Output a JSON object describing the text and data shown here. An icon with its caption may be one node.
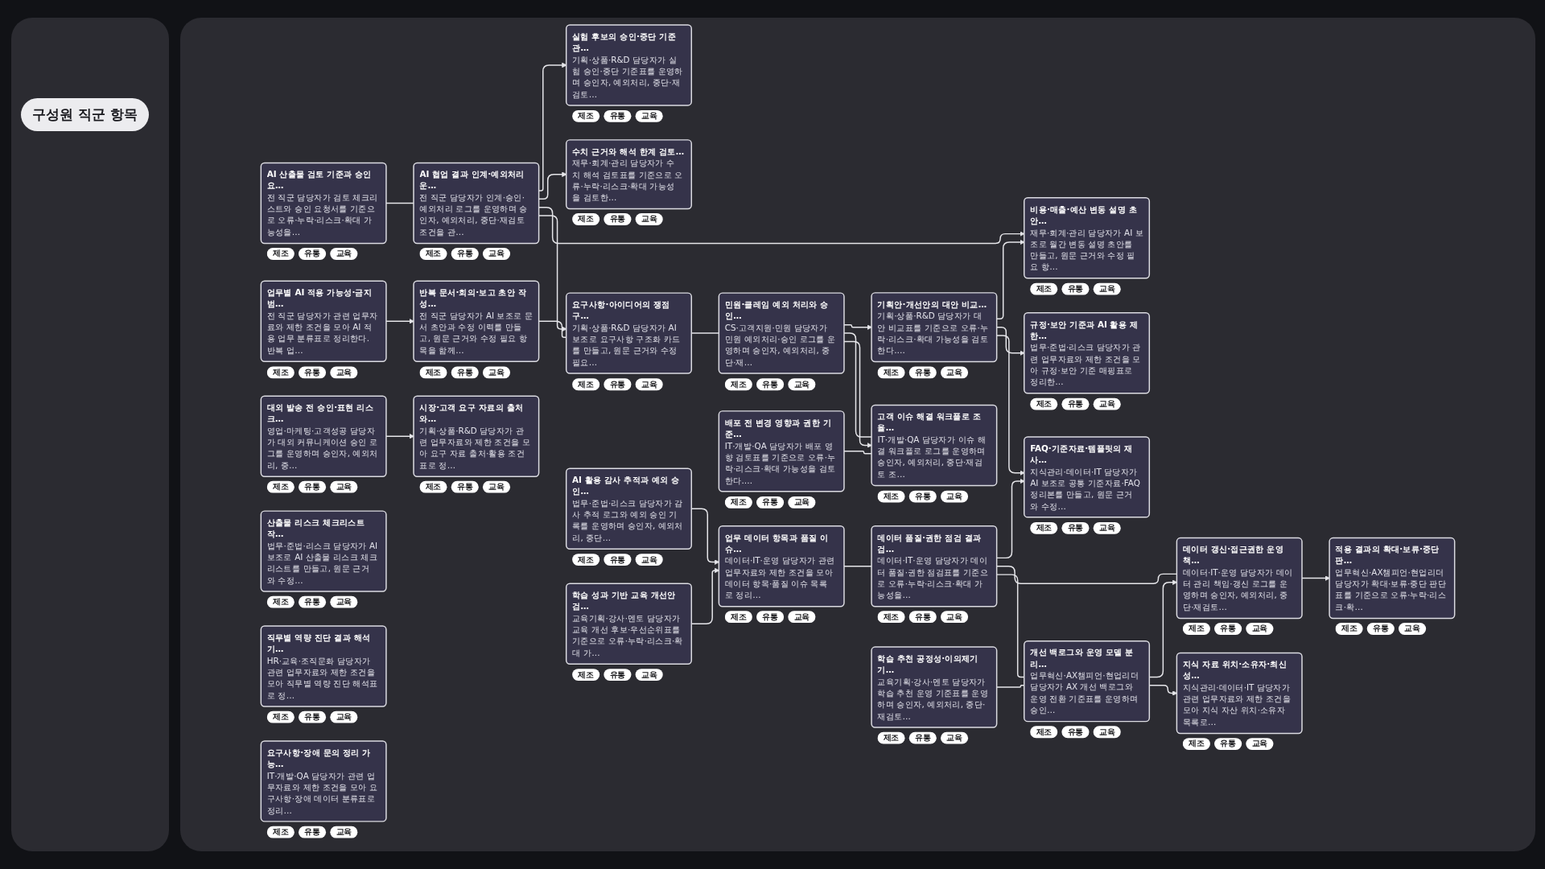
{
  "diagram": {
    "nodes": [
      {
        "text": [
          "업무별 AI 적용 가능성·금지 범…",
          "전 직군 담당자가 관련 업무자료와 제한 조건을 모아 AI 적용 업무 분류표로 정리한다. 반복 업…"
        ],
        "beside": [
          "제조",
          "유통",
          "교육"
        ]
      },
      {
        "text": [
          "AI 산출물 검토 기준과 승인 요…",
          "전 직군 담당자가 검토 체크리스트와 승인 요청서를 기준으로 오류·누락·리스크·확대 가능성을…"
        ],
        "beside": [
          "제조",
          "유통",
          "교육"
        ]
      },
      {
        "text": [
          "실험 후보의 승인·중단 기준 관…",
          "기획·상품·R&D 담당자가 실험 승인·중단 기준표를 운영하며 승인자, 예외처리, 중단·재검토…"
        ],
        "beside": [
          "제조",
          "유통",
          "교육"
        ]
      },
      {
        "text": [
          "수치 근거와 해석 한계 검토…",
          "재무·회계·관리 담당자가 수치 해석 검토표를 기준으로 오류·누락·리스크·확대 가능성을 검토한…"
        ],
        "beside": [
          "제조",
          "유통",
          "교육"
        ]
      },
      {
        "text": [
          "대외 발송 전 승인·표현 리스크…",
          "영업·마케팅·고객성공 담당자가 대외 커뮤니케이션 승인 로그를 운영하며 승인자, 예외처리, 중…"
        ],
        "beside": [
          "제조",
          "유통",
          "교육"
        ]
      },
      {
        "text": [
          "반복 문서·회의·보고 초안 작성…",
          "전 직군 담당자가 AI 보조로 문서 초안과 수정 이력를 만들고, 원문 근거와 수정 필요 항목을 함께…"
        ],
        "beside": [
          "제조",
          "유통",
          "교육"
        ]
      },
      {
        "text": [
          "요구사항·아이디어의 쟁점 구…",
          "기획·상품·R&D 담당자가 AI 보조로 요구사항 구조화 카드를 만들고, 원문 근거와 수정 필요…"
        ],
        "beside": [
          "제조",
          "유통",
          "교육"
        ]
      },
      {
        "text": [
          "AI 협업 결과 인계·예외처리 운…",
          "전 직군 담당자가 인계·승인·예외처리 로그를 운영하며 승인자, 예외처리, 중단·재검토 조건을 관…"
        ],
        "beside": [
          "제조",
          "유통",
          "교육"
        ]
      },
      {
        "text": [
          "비용·매출·예산 변동 설명 초안…",
          "재무·회계·관리 담당자가 AI 보조로 월간 변동 설명 초안를 만들고, 원문 근거와 수정 필요 항…"
        ],
        "beside": [
          "제조",
          "유통",
          "교육"
        ]
      },
      {
        "text": [
          "산출물 리스크 체크리스트 작…",
          "법무·준법·리스크 담당자가 AI 보조로 AI 산출물 리스크 체크리스트를 만들고, 원문 근거와 수정…"
        ],
        "beside": [
          "제조",
          "유통",
          "교육"
        ]
      },
      {
        "text": [
          "직무별 역량 진단 결과 해석 기…",
          "HR·교육·조직문화 담당자가 관련 업무자료와 제한 조건을 모아 직무별 역량 진단 해석표로 정…"
        ],
        "beside": [
          "제조",
          "유통",
          "교육"
        ]
      },
      {
        "text": [
          "시장·고객 요구 자료의 출처와…",
          "기획·상품·R&D 담당자가 관련 업무자료와 제한 조건을 모아 요구 자료 출처·활용 조건표로 정…"
        ],
        "beside": [
          "제조",
          "유통",
          "교육"
        ]
      },
      {
        "text": [
          "민원·클레임 예외 처리와 승인…",
          "CS·고객지원·민원 담당자가 민원 예외처리·승인 로그를 운영하며 승인자, 예외처리, 중단·재…"
        ],
        "beside": [
          "제조",
          "유통",
          "교육"
        ]
      },
      {
        "text": [
          "기획안·개선안의 대안 비교…",
          "기획·상품·R&D 담당자가 대안 비교표를 기준으로 오류·누락·리스크·확대 가능성을 검토한다.…"
        ],
        "beside": [
          "제조",
          "유통",
          "교육"
        ]
      },
      {
        "text": [
          "규정·보안 기준과 AI 활용 제한…",
          "법무·준법·리스크 담당자가 관련 업무자료와 제한 조건을 모아 규정·보안 기준 매핑표로 정리한…"
        ],
        "beside": [
          "제조",
          "유통",
          "교육"
        ]
      },
      {
        "text": [
          "요구사항·장애 문의 정리 가능…",
          "IT·개발·QA 담당자가 관련 업무자료와 제한 조건을 모아 요구사항·장애 데이터 분류표로 정리…"
        ],
        "beside": [
          "제조",
          "유통",
          "교육"
        ]
      },
      {
        "text": [
          "AI 활용 감사 추적과 예외 승인…",
          "법무·준법·리스크 담당자가 감사 추적 로그와 예외 승인 기록를 운영하며 승인자, 예외처리, 중단…"
        ],
        "beside": [
          "제조",
          "유통",
          "교육"
        ]
      },
      {
        "text": [
          "업무 데이터 항목과 품질 이슈…",
          "데이터·IT·운영 담당자가 관련 업무자료와 제한 조건을 모아 데이터 항목·품질 이슈 목록로 정리…"
        ],
        "beside": [
          "제조",
          "유통",
          "교육"
        ]
      },
      {
        "text": [
          "데이터 품질·권한 점검 결과 검…",
          "데이터·IT·운영 담당자가 데이터 품질·권한 점검표를 기준으로 오류·누락·리스크·확대 가능성을…"
        ],
        "beside": [
          "제조",
          "유통",
          "교육"
        ]
      },
      {
        "text": [
          "FAQ·기준자료·템플릿의 재사…",
          "지식관리·데이터·IT 담당자가 AI 보조로 공통 기준자료·FAQ 정리본를 만들고, 원문 근거와 수정…"
        ],
        "beside": [
          "제조",
          "유통",
          "교육"
        ]
      },
      {
        "text": [
          "배포 전 변경 영향과 권한 기준…",
          "IT·개발·QA 담당자가 배포 영향 검토표를 기준으로 오류·누락·리스크·확대 가능성을 검토한다.…"
        ],
        "beside": [
          "제조",
          "유통",
          "교육"
        ]
      },
      {
        "text": [
          "고객 이슈 해결 워크플로 조율…",
          "IT·개발·QA 담당자가 이슈 해결 워크플로 로그를 운영하며 승인자, 예외처리, 중단·재검토 조…"
        ],
        "beside": [
          "제조",
          "유통",
          "교육"
        ]
      },
      {
        "text": [
          "학습 추천 공정성·이의제기 기…",
          "교육기획·강사·멘토 담당자가 학습 추천 운영 기준표를 운영하며 승인자, 예외처리, 중단·재검토…"
        ],
        "beside": [
          "제조",
          "유통",
          "교육"
        ]
      },
      {
        "text": [
          "개선 백로그와 운영 모델 분리…",
          "업무혁신·AX챔피언·현업리더 담당자가 AX 개선 백로그와 운영 전환 기준표를 운영하며 승인…"
        ],
        "beside": [
          "제조",
          "유통",
          "교육"
        ]
      },
      {
        "text": [
          "데이터 갱신·접근권한 운영 책…",
          "데이터·IT·운영 담당자가 데이터 관리 책임·갱신 로그를 운영하며 승인자, 예외처리, 중단·재검토…"
        ],
        "beside": [
          "제조",
          "유통",
          "교육"
        ]
      },
      {
        "text": [
          "적용 결과의 확대·보류·중단 판…",
          "업무혁신·AX챔피언·현업리더 담당자가 확대·보류·중단 판단표를 기준으로 오류·누락·리스크·확…"
        ],
        "beside": [
          "제조",
          "유통",
          "교육"
        ]
      },
      {
        "text": [
          "학습 성과 기반 교육 개선안 검…",
          "교육기획·강사·멘토 담당자가 교육 개선 후보·우선순위표를 기준으로 오류·누락·리스크·확대 가…"
        ],
        "beside": [
          "제조",
          "유통",
          "교육"
        ]
      },
      {
        "text": [
          "지식 자료 위치·소유자·최신성…",
          "지식관리·데이터·IT 담당자가 관련 업무자료와 제한 조건을 모아 지식 자산 위치·소유자 목록로…"
        ],
        "beside": [
          "제조",
          "유통",
          "교육"
        ]
      }
    ],
    "edges": [
      {
        "from": 0,
        "to": 5,
        "arrow": "to"
      },
      {
        "from": 1,
        "to": 7,
        "arrow": "none"
      },
      {
        "from": 7,
        "to": 2,
        "arrow": "to"
      },
      {
        "from": 7,
        "to": 3,
        "arrow": "to"
      },
      {
        "from": 4,
        "to": 11,
        "arrow": "to"
      },
      {
        "from": 5,
        "to": 6,
        "arrow": "none"
      },
      {
        "from": 7,
        "to": 6,
        "arrow": "to"
      },
      {
        "from": 7,
        "to": 8,
        "arrow": "to"
      },
      {
        "from": 6,
        "to": 12,
        "arrow": "none"
      },
      {
        "from": 12,
        "to": 13,
        "arrow": "to"
      },
      {
        "from": 12,
        "to": 21,
        "arrow": "none"
      },
      {
        "from": 12,
        "to": 21,
        "arrow": "to"
      },
      {
        "from": 13,
        "to": 8,
        "arrow": "to"
      },
      {
        "from": 13,
        "to": 14,
        "arrow": "to"
      },
      {
        "from": 13,
        "to": 19,
        "arrow": "to"
      },
      {
        "from": 16,
        "to": 17,
        "arrow": "to"
      },
      {
        "from": 26,
        "to": 17,
        "arrow": "to"
      },
      {
        "from": 17,
        "to": 18,
        "arrow": "none"
      },
      {
        "from": 18,
        "to": 19,
        "arrow": "to"
      },
      {
        "from": 18,
        "to": 24,
        "arrow": "none"
      },
      {
        "from": 18,
        "to": 23,
        "arrow": "none"
      },
      {
        "from": 20,
        "to": 21,
        "arrow": "none"
      },
      {
        "from": 22,
        "to": 23,
        "arrow": "none"
      },
      {
        "from": 23,
        "to": 24,
        "arrow": "to"
      },
      {
        "from": 24,
        "to": 25,
        "arrow": "to"
      },
      {
        "from": 23,
        "to": 27,
        "arrow": "to"
      }
    ],
    "labels": [
      "구성원 직군 항목"
    ]
  }
}
